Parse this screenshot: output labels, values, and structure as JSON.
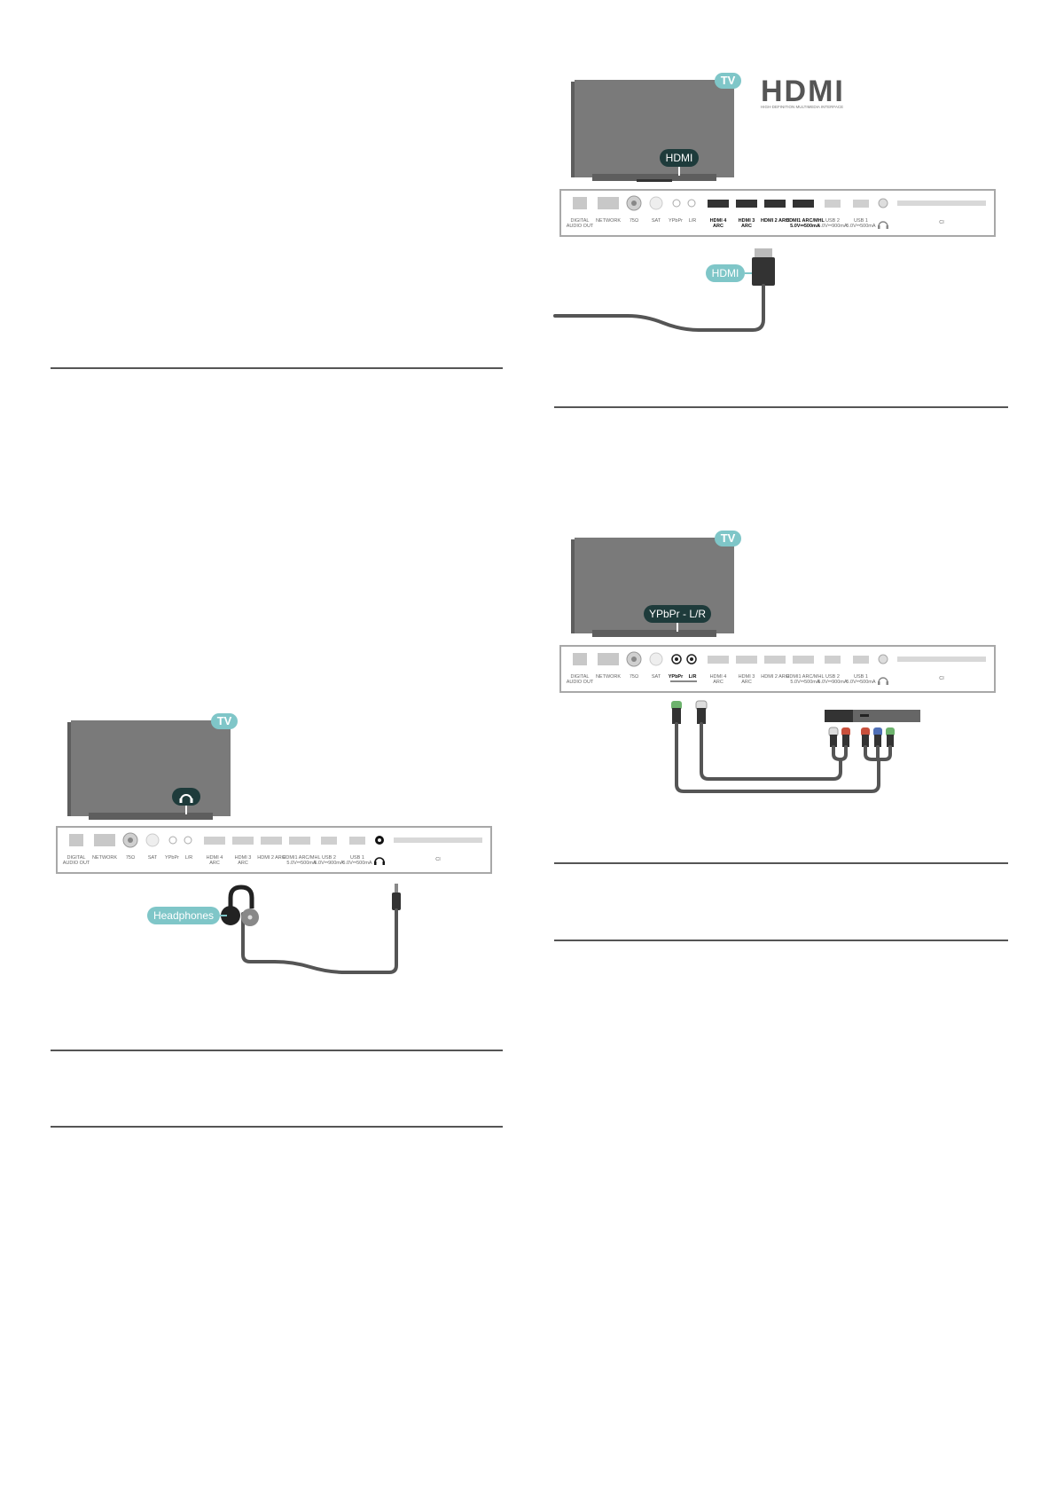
{
  "tv_badge": "TV",
  "panel": {
    "ports": {
      "digital_audio_out": [
        "DIGITAL",
        "AUDIO OUT"
      ],
      "network": "NETWORK",
      "antenna": "75Ω",
      "sat": "SAT",
      "ypbpr": "YPbPr",
      "lr": "L/R",
      "hdmi4": [
        "HDMI 4",
        "ARC"
      ],
      "hdmi3": [
        "HDMI 3",
        "ARC"
      ],
      "hdmi2": "HDMI 2 ARC",
      "hdmi1": [
        "HDMI1 ARC/MHL",
        "5.0V⎓500mA"
      ],
      "usb2": [
        "USB 2",
        "5.0V⎓900mA"
      ],
      "usb1": [
        "USB 1",
        "5.0V⎓500mA"
      ],
      "ci": "CI"
    }
  },
  "headphones_figure": {
    "tv_label": "Headphones-icon",
    "cable_label": "Headphones"
  },
  "hdmi_figure": {
    "tv_label": "HDMI",
    "cable_label": "HDMI",
    "logo_word": "HDMI",
    "logo_sub": "HIGH-DEFINITION MULTIMEDIA INTERFACE"
  },
  "ypbpr_figure": {
    "tv_label": "YPbPr - L/R"
  },
  "colors": {
    "tv_gray": "#7a7a7a",
    "teal": "#7fc6c8",
    "dark_pill": "#1e3b3b",
    "rca_green": "#6db36d",
    "rca_blue": "#4f6fb6",
    "rca_red": "#c8503c",
    "rca_white": "#dddddd"
  }
}
